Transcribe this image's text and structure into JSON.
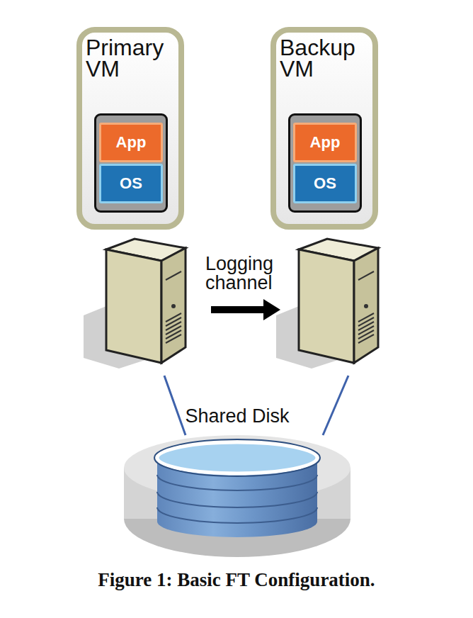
{
  "diagram": {
    "caption": "Figure 1: Basic FT Configuration.",
    "nodes": [
      {
        "text": [
          "Primary VM"
        ]
      },
      {
        "text": [
          "App"
        ],
        "in": 0
      },
      {
        "text": [
          "OS"
        ],
        "in": 0
      },
      {
        "text": [
          "Backup VM"
        ]
      },
      {
        "text": [
          "App"
        ],
        "in": 3
      },
      {
        "text": [
          "OS"
        ],
        "in": 3
      },
      {
        "text": [
          "Shared Disk"
        ]
      }
    ],
    "labels": [
      "Logging channel"
    ]
  }
}
